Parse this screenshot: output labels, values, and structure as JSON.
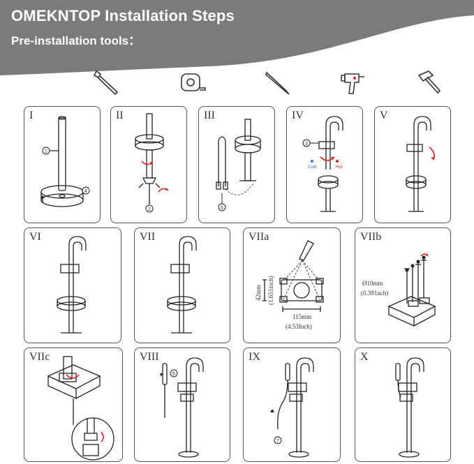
{
  "header": {
    "title": "OMEKNTOP Installation Steps",
    "subtitle": "Pre-installation tools："
  },
  "tools": [
    {
      "icon": "adjustable-wrench-icon"
    },
    {
      "icon": "tape-measure-icon"
    },
    {
      "icon": "pencil-icon"
    },
    {
      "icon": "power-drill-icon"
    },
    {
      "icon": "hammer-icon"
    }
  ],
  "steps": [
    {
      "label": "I",
      "callouts": [
        "1",
        "4"
      ]
    },
    {
      "label": "II",
      "callouts": [
        "2"
      ]
    },
    {
      "label": "III",
      "callouts": [
        "6"
      ]
    },
    {
      "label": "IV",
      "callouts": [
        "3"
      ],
      "cold_label": "Cold",
      "hot_label": "Hot"
    },
    {
      "label": "V"
    },
    {
      "label": "VI"
    },
    {
      "label": "VII"
    },
    {
      "label": "VIIa",
      "dim_height_mm": "42mm",
      "dim_height_in": "(1.651inch)",
      "dim_width_mm": "115mm",
      "dim_width_in": "(4.53Inch)"
    },
    {
      "label": "VIIb",
      "diameter_mm": "Ø10mm",
      "diameter_in": "(0.391nch)"
    },
    {
      "label": "VIIc"
    },
    {
      "label": "VIII",
      "callouts": [
        "5"
      ]
    },
    {
      "label": "IX",
      "callouts": [
        "7"
      ]
    },
    {
      "label": "X"
    }
  ],
  "colors": {
    "banner": "#7a7a7a",
    "arrow_red": "#d7261e",
    "cold_blue": "#2f6fd6",
    "hot_red": "#d7261e"
  }
}
